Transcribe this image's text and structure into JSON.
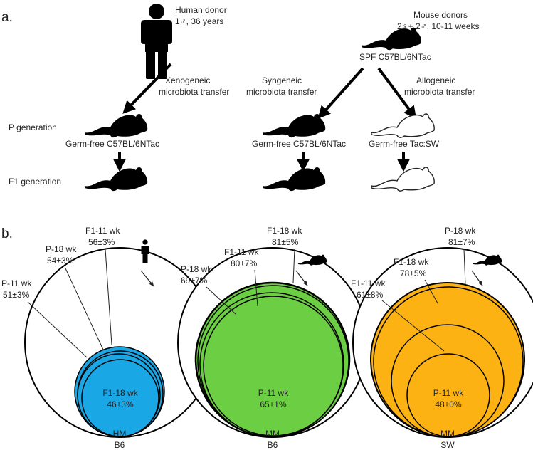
{
  "panel_a": {
    "tag": "a.",
    "human_donor": {
      "line1": "Human donor",
      "line2": "1♂, 36 years"
    },
    "mouse_donor": {
      "line1": "Mouse donors",
      "line2": "2♀+ 2♂, 10-11 weeks"
    },
    "spf_label": "SPF C57BL/6NTac",
    "xeno": {
      "line1": "Xenogeneic",
      "line2": "microbiota transfer"
    },
    "syn": {
      "line1": "Syngeneic",
      "line2": "microbiota transfer"
    },
    "allo": {
      "line1": "Allogeneic",
      "line2": "microbiota transfer"
    },
    "p_generation": "P generation",
    "f1_generation": "F1 generation",
    "germfree_b6": "Germ-free C57BL/6NTac",
    "germfree_sw": "Germ-free Tac:SW"
  },
  "panel_b": {
    "tag": "b.",
    "groups": [
      {
        "color": "#1aa7e6",
        "icon": "human-icon",
        "footer_line1": "HM",
        "footer_line2": "B6",
        "circles": [
          {
            "name": "P-11 wk",
            "value": "51±3%"
          },
          {
            "name": "P-18 wk",
            "value": "54±3%"
          },
          {
            "name": "F1-11 wk",
            "value": "56±3%"
          },
          {
            "name": "F1-18 wk",
            "value": "46±3%"
          }
        ]
      },
      {
        "color": "#6cce42",
        "icon": "mouse-icon",
        "footer_line1": "MM",
        "footer_line2": "B6",
        "circles": [
          {
            "name": "P-18 wk",
            "value": "69±7%"
          },
          {
            "name": "F1-11 wk",
            "value": "80±7%"
          },
          {
            "name": "F1-18 wk",
            "value": "81±5%"
          },
          {
            "name": "P-11 wk",
            "value": "65±1%"
          }
        ]
      },
      {
        "color": "#fbb212",
        "icon": "mouse-icon",
        "footer_line1": "MM",
        "footer_line2": "SW",
        "circles": [
          {
            "name": "F1-11 wk",
            "value": "61±8%"
          },
          {
            "name": "F1-18 wk",
            "value": "78±5%"
          },
          {
            "name": "P-18 wk",
            "value": "81±7%"
          },
          {
            "name": "P-11 wk",
            "value": "48±0%"
          }
        ]
      }
    ]
  }
}
